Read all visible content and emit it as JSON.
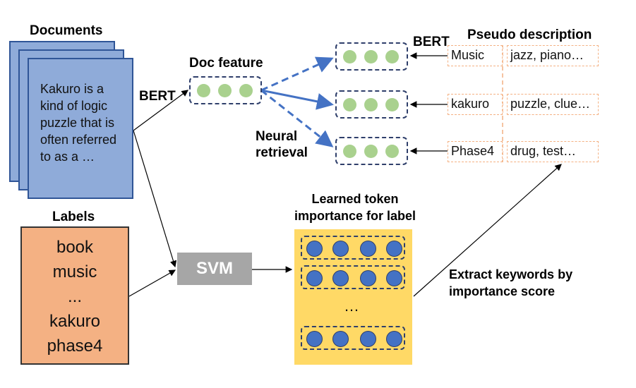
{
  "headings": {
    "documents": "Documents",
    "labels": "Labels",
    "doc_feature": "Doc feature",
    "pseudo_description": "Pseudo description",
    "learned_line1": "Learned token",
    "learned_line2": "importance for label",
    "extract_line1": "Extract keywords by",
    "extract_line2": "importance score",
    "neural_line1": "Neural",
    "neural_line2": "retrieval",
    "bert_left": "BERT",
    "bert_right": "BERT",
    "svm": "SVM",
    "ellipsis": "…"
  },
  "document_text": [
    "Kakuro is a",
    "kind of logic",
    "puzzle that is",
    "often referred",
    "to as a …"
  ],
  "labels": [
    "book",
    "music",
    "...",
    "kakuro",
    "phase4"
  ],
  "pseudo": [
    {
      "name": "Music",
      "keywords": "jazz, piano…"
    },
    {
      "name": "kakuro",
      "keywords": "puzzle, clue…"
    },
    {
      "name": "Phase4",
      "keywords": "drug, test…"
    }
  ],
  "colors": {
    "doc_fill": "#8fabd9",
    "label_fill": "#f4b183",
    "svm_fill": "#a6a6a6",
    "token_panel": "#ffd966",
    "green_dot": "#a9d18e",
    "blue_dot": "#4472c4",
    "arrow_blue": "#4472c4"
  }
}
